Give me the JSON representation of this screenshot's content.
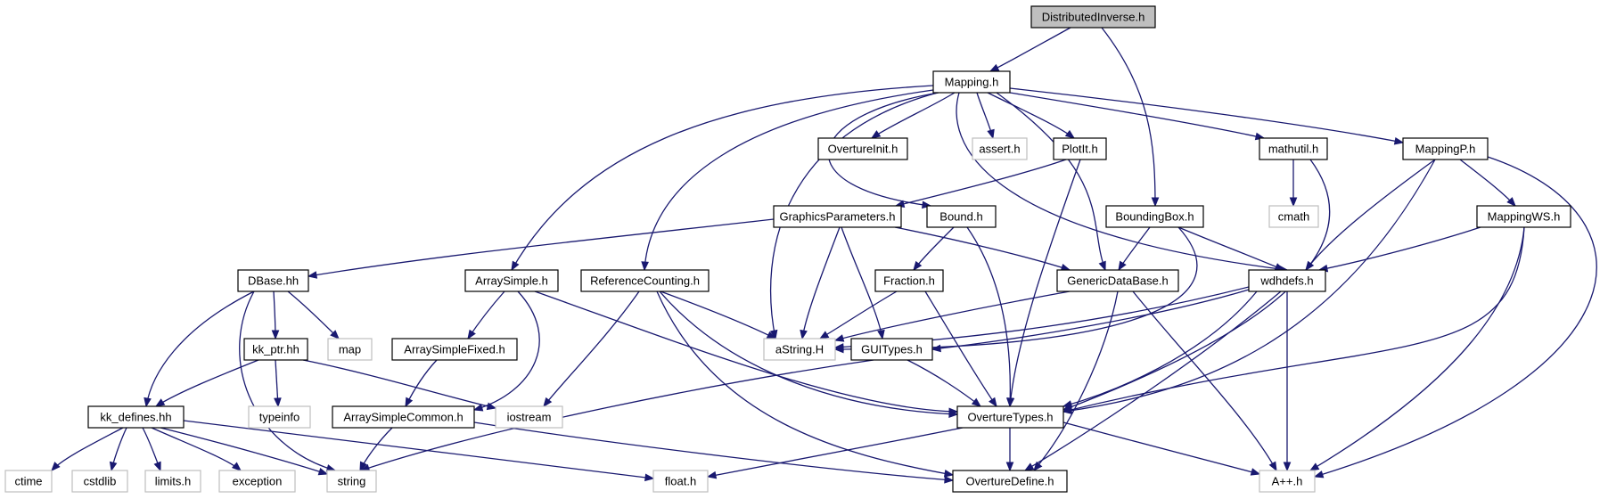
{
  "diagram": {
    "colors": {
      "edge": "#191970",
      "root_fill": "#bfbfbf",
      "node_stroke": "#000000",
      "system_stroke": "#bfbfbf",
      "node_fill": "#ffffff",
      "text": "#000000"
    },
    "nodes": [
      {
        "id": "distributedinverse-h",
        "label": "DistributedInverse.h",
        "kind": "root"
      },
      {
        "id": "mapping-h",
        "label": "Mapping.h",
        "kind": "header"
      },
      {
        "id": "overtureinit-h",
        "label": "OvertureInit.h",
        "kind": "header"
      },
      {
        "id": "assert-h",
        "label": "assert.h",
        "kind": "system"
      },
      {
        "id": "plotit-h",
        "label": "PlotIt.h",
        "kind": "header"
      },
      {
        "id": "mathutil-h",
        "label": "mathutil.h",
        "kind": "header"
      },
      {
        "id": "mappingp-h",
        "label": "MappingP.h",
        "kind": "header"
      },
      {
        "id": "cmath",
        "label": "cmath",
        "kind": "system"
      },
      {
        "id": "graphicsparameters-h",
        "label": "GraphicsParameters.h",
        "kind": "header"
      },
      {
        "id": "bound-h",
        "label": "Bound.h",
        "kind": "header"
      },
      {
        "id": "boundingbox-h",
        "label": "BoundingBox.h",
        "kind": "header"
      },
      {
        "id": "mappingws-h",
        "label": "MappingWS.h",
        "kind": "header"
      },
      {
        "id": "dbase-hh",
        "label": "DBase.hh",
        "kind": "header"
      },
      {
        "id": "arraysimple-h",
        "label": "ArraySimple.h",
        "kind": "header"
      },
      {
        "id": "referencecounting-h",
        "label": "ReferenceCounting.h",
        "kind": "header"
      },
      {
        "id": "fraction-h",
        "label": "Fraction.h",
        "kind": "header"
      },
      {
        "id": "genericdatabase-h",
        "label": "GenericDataBase.h",
        "kind": "header"
      },
      {
        "id": "wdhdefs-h",
        "label": "wdhdefs.h",
        "kind": "header"
      },
      {
        "id": "kk-ptr-hh",
        "label": "kk_ptr.hh",
        "kind": "header"
      },
      {
        "id": "map",
        "label": "map",
        "kind": "system"
      },
      {
        "id": "arraysimplefixed-h",
        "label": "ArraySimpleFixed.h",
        "kind": "header"
      },
      {
        "id": "astring-h",
        "label": "aString.H",
        "kind": "system"
      },
      {
        "id": "guitypes-h",
        "label": "GUITypes.h",
        "kind": "header"
      },
      {
        "id": "typeinfo",
        "label": "typeinfo",
        "kind": "system"
      },
      {
        "id": "kk-defines-hh",
        "label": "kk_defines.hh",
        "kind": "header"
      },
      {
        "id": "arraysimplecommon-h",
        "label": "ArraySimpleCommon.h",
        "kind": "header"
      },
      {
        "id": "iostream",
        "label": "iostream",
        "kind": "system"
      },
      {
        "id": "overturetypes-h",
        "label": "OvertureTypes.h",
        "kind": "header"
      },
      {
        "id": "ctime",
        "label": "ctime",
        "kind": "system"
      },
      {
        "id": "cstdlib",
        "label": "cstdlib",
        "kind": "system"
      },
      {
        "id": "limits-h",
        "label": "limits.h",
        "kind": "system"
      },
      {
        "id": "exception",
        "label": "exception",
        "kind": "system"
      },
      {
        "id": "string",
        "label": "string",
        "kind": "system"
      },
      {
        "id": "float-h",
        "label": "float.h",
        "kind": "system"
      },
      {
        "id": "overturedefine-h",
        "label": "OvertureDefine.h",
        "kind": "header"
      },
      {
        "id": "aplusplus-h",
        "label": "A++.h",
        "kind": "system"
      }
    ],
    "edges": [
      {
        "from": "distributedinverse-h",
        "to": "mapping-h"
      },
      {
        "from": "distributedinverse-h",
        "to": "boundingbox-h"
      },
      {
        "from": "mapping-h",
        "to": "overtureinit-h"
      },
      {
        "from": "mapping-h",
        "to": "assert-h"
      },
      {
        "from": "mapping-h",
        "to": "plotit-h"
      },
      {
        "from": "mapping-h",
        "to": "mathutil-h"
      },
      {
        "from": "mapping-h",
        "to": "mappingp-h"
      },
      {
        "from": "mapping-h",
        "to": "bound-h"
      },
      {
        "from": "mapping-h",
        "to": "arraysimple-h"
      },
      {
        "from": "mapping-h",
        "to": "referencecounting-h"
      },
      {
        "from": "mapping-h",
        "to": "astring-h"
      },
      {
        "from": "mapping-h",
        "to": "genericdatabase-h"
      },
      {
        "from": "mapping-h",
        "to": "wdhdefs-h"
      },
      {
        "from": "plotit-h",
        "to": "graphicsparameters-h"
      },
      {
        "from": "plotit-h",
        "to": "overturetypes-h"
      },
      {
        "from": "mathutil-h",
        "to": "cmath"
      },
      {
        "from": "mathutil-h",
        "to": "overturetypes-h"
      },
      {
        "from": "mappingp-h",
        "to": "mappingws-h"
      },
      {
        "from": "mappingp-h",
        "to": "wdhdefs-h"
      },
      {
        "from": "mappingp-h",
        "to": "overturetypes-h"
      },
      {
        "from": "mappingp-h",
        "to": "aplusplus-h"
      },
      {
        "from": "graphicsparameters-h",
        "to": "dbase-hh"
      },
      {
        "from": "graphicsparameters-h",
        "to": "astring-h"
      },
      {
        "from": "graphicsparameters-h",
        "to": "guitypes-h"
      },
      {
        "from": "graphicsparameters-h",
        "to": "genericdatabase-h"
      },
      {
        "from": "bound-h",
        "to": "fraction-h"
      },
      {
        "from": "bound-h",
        "to": "overturetypes-h"
      },
      {
        "from": "boundingbox-h",
        "to": "genericdatabase-h"
      },
      {
        "from": "boundingbox-h",
        "to": "wdhdefs-h"
      },
      {
        "from": "boundingbox-h",
        "to": "astring-h"
      },
      {
        "from": "mappingws-h",
        "to": "wdhdefs-h"
      },
      {
        "from": "mappingws-h",
        "to": "overturetypes-h"
      },
      {
        "from": "mappingws-h",
        "to": "aplusplus-h"
      },
      {
        "from": "dbase-hh",
        "to": "kk-ptr-hh"
      },
      {
        "from": "dbase-hh",
        "to": "map"
      },
      {
        "from": "dbase-hh",
        "to": "kk-defines-hh"
      },
      {
        "from": "dbase-hh",
        "to": "string"
      },
      {
        "from": "arraysimple-h",
        "to": "arraysimplefixed-h"
      },
      {
        "from": "arraysimple-h",
        "to": "arraysimplecommon-h"
      },
      {
        "from": "arraysimple-h",
        "to": "overturetypes-h"
      },
      {
        "from": "referencecounting-h",
        "to": "astring-h"
      },
      {
        "from": "referencecounting-h",
        "to": "iostream"
      },
      {
        "from": "referencecounting-h",
        "to": "overturetypes-h"
      },
      {
        "from": "referencecounting-h",
        "to": "overturedefine-h"
      },
      {
        "from": "fraction-h",
        "to": "astring-h"
      },
      {
        "from": "fraction-h",
        "to": "overturetypes-h"
      },
      {
        "from": "genericdatabase-h",
        "to": "astring-h"
      },
      {
        "from": "genericdatabase-h",
        "to": "overturedefine-h"
      },
      {
        "from": "genericdatabase-h",
        "to": "aplusplus-h"
      },
      {
        "from": "wdhdefs-h",
        "to": "astring-h"
      },
      {
        "from": "wdhdefs-h",
        "to": "guitypes-h"
      },
      {
        "from": "wdhdefs-h",
        "to": "overturetypes-h"
      },
      {
        "from": "wdhdefs-h",
        "to": "overturedefine-h"
      },
      {
        "from": "wdhdefs-h",
        "to": "aplusplus-h"
      },
      {
        "from": "kk-ptr-hh",
        "to": "typeinfo"
      },
      {
        "from": "kk-ptr-hh",
        "to": "iostream"
      },
      {
        "from": "kk-ptr-hh",
        "to": "kk-defines-hh"
      },
      {
        "from": "arraysimplefixed-h",
        "to": "arraysimplecommon-h"
      },
      {
        "from": "guitypes-h",
        "to": "overturetypes-h"
      },
      {
        "from": "guitypes-h",
        "to": "string"
      },
      {
        "from": "kk-defines-hh",
        "to": "ctime"
      },
      {
        "from": "kk-defines-hh",
        "to": "cstdlib"
      },
      {
        "from": "kk-defines-hh",
        "to": "limits-h"
      },
      {
        "from": "kk-defines-hh",
        "to": "exception"
      },
      {
        "from": "kk-defines-hh",
        "to": "string"
      },
      {
        "from": "kk-defines-hh",
        "to": "float-h"
      },
      {
        "from": "arraysimplecommon-h",
        "to": "string"
      },
      {
        "from": "arraysimplecommon-h",
        "to": "overturedefine-h"
      },
      {
        "from": "overturetypes-h",
        "to": "float-h"
      },
      {
        "from": "overturetypes-h",
        "to": "overturedefine-h"
      },
      {
        "from": "overturetypes-h",
        "to": "aplusplus-h"
      }
    ]
  }
}
